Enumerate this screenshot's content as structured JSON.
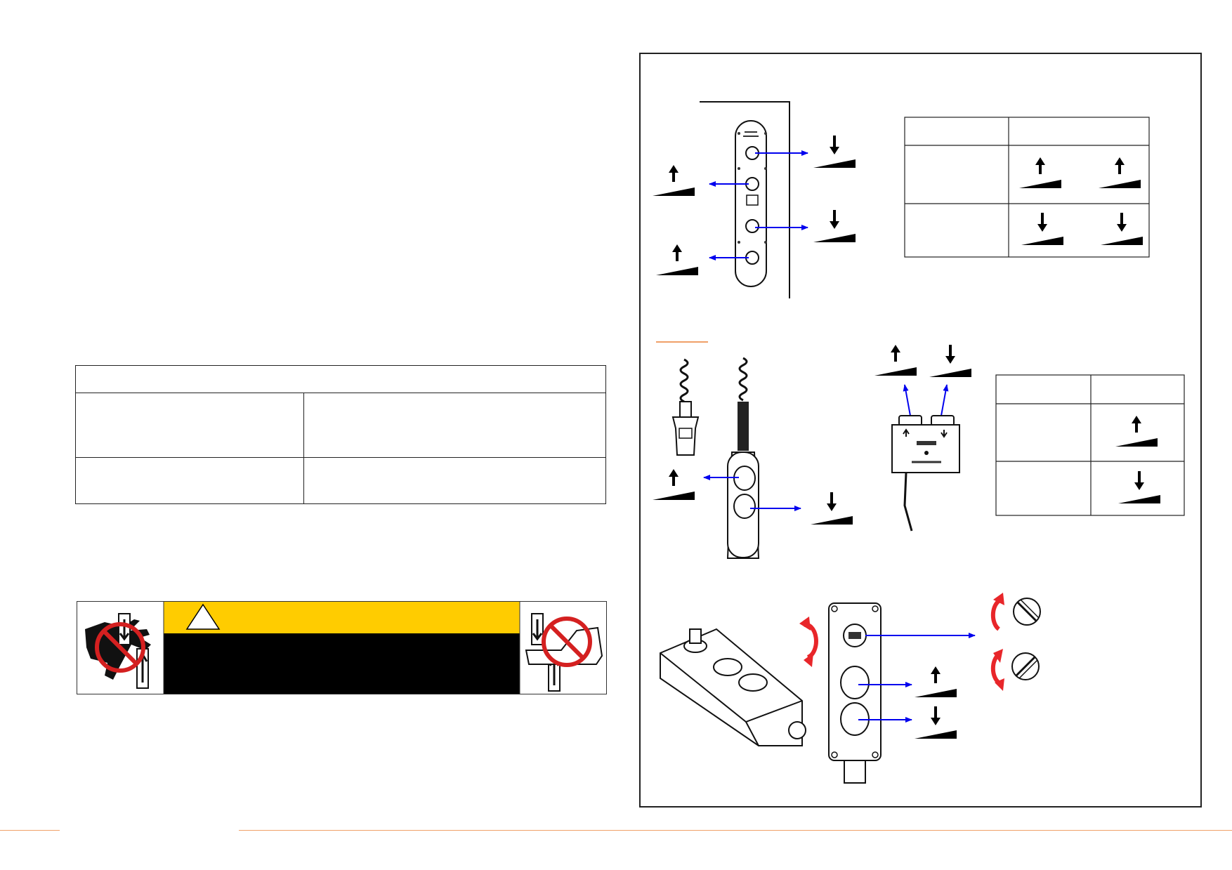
{
  "page": {
    "figures": [
      {
        "name": "wall-mounted-control-panel"
      },
      {
        "name": "handheld-pendant-control"
      },
      {
        "name": "dual-button-control-box"
      },
      {
        "name": "keyed-control-box"
      }
    ]
  },
  "left_table": {
    "rows": [
      [
        "",
        ""
      ],
      [
        "",
        ""
      ]
    ],
    "header": ""
  },
  "right_table_top": {
    "rows": [
      [
        "",
        "up",
        "up"
      ],
      [
        "",
        "down",
        "down"
      ]
    ]
  },
  "right_table_mid": {
    "rows": [
      [
        "",
        "up"
      ],
      [
        "",
        "down"
      ]
    ]
  },
  "warning_label": {
    "signal": "",
    "message": ""
  },
  "icons": {
    "arrow_up": "arrow-up-icon",
    "arrow_down": "arrow-down-icon",
    "rotate": "rotate-icon",
    "no_hands": "no-hands-icon",
    "no_feet": "no-feet-icon",
    "warning_triangle": "warning-triangle-icon"
  },
  "colors": {
    "accent": "#f0a068",
    "arrow_blue": "#0000ee",
    "rotate_red": "#e8262a",
    "warning_yellow": "#ffcc00",
    "prohibition_red": "#d42020"
  }
}
